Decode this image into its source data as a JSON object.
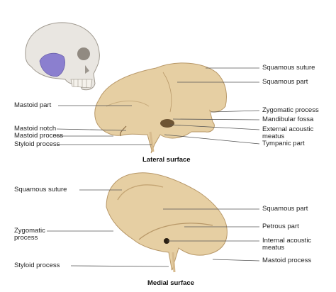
{
  "panels": {
    "lateral": {
      "caption": "Lateral surface",
      "labels_left": [
        "Mastoid part",
        "Mastoid notch",
        "Mastoid process",
        "Styloid process"
      ],
      "labels_right": [
        "Squamous suture",
        "Squamous part",
        "Zygomatic process",
        "Mandibular fossa",
        "External acoustic",
        "meatus",
        "Tympanic part"
      ]
    },
    "medial": {
      "caption": "Medial surface",
      "labels_left": [
        "Squamous suture",
        "Zygomatic",
        "process",
        "Styloid process"
      ],
      "labels_right": [
        "Squamous part",
        "Petrous part",
        "Internal acoustic",
        "meatus",
        "Mastoid process"
      ]
    }
  },
  "colors": {
    "bone": "#e6cfa3",
    "bone_shadow": "#b89868",
    "skull": "#e9e6e1",
    "temporal_highlight": "#8b7fcf",
    "leader_line": "#555555"
  }
}
